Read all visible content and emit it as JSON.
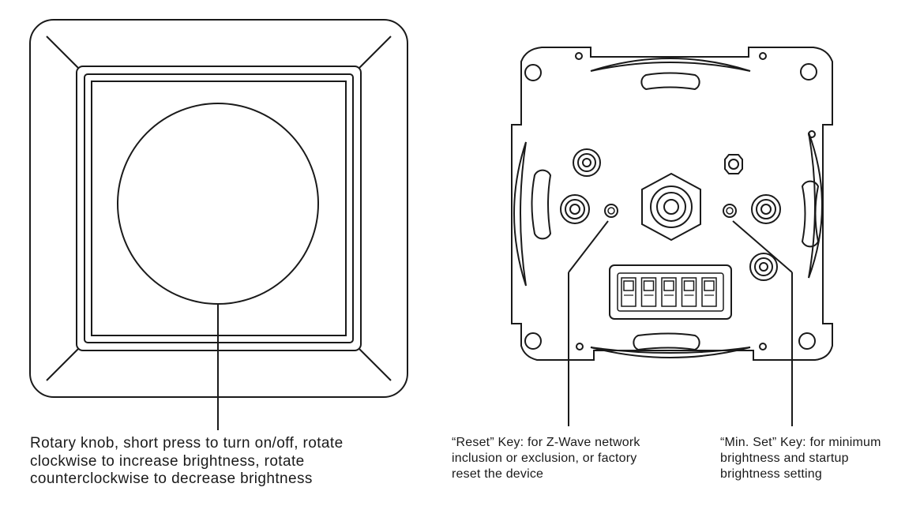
{
  "front_panel": {
    "knob_label": "Rotary knob, short press to turn on/off, rotate\nclockwise to increase brightness, rotate\ncounterclockwise to decrease brightness"
  },
  "back_module": {
    "reset_key_label": "“Reset” Key: for Z-Wave network\ninclusion or exclusion, or factory\nreset the device",
    "min_set_key_label": "“Min. Set” Key: for minimum\nbrightness and startup\nbrightness setting",
    "dip_switch_count": 5
  }
}
